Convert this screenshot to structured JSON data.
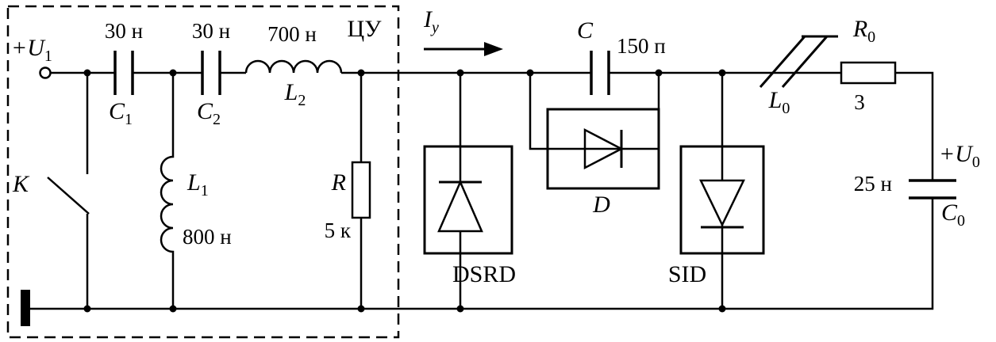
{
  "colors": {
    "ink": "#000000",
    "paper": "#ffffff"
  },
  "control_unit": {
    "label": "ЦУ"
  },
  "components": {
    "supply": {
      "name": "+U",
      "sub": "1"
    },
    "switch_k": {
      "name": "K"
    },
    "c1": {
      "name": "C",
      "sub": "1",
      "value": "30 н"
    },
    "c2": {
      "name": "C",
      "sub": "2",
      "value": "30 н"
    },
    "l1": {
      "name": "L",
      "sub": "1",
      "value": "800 н"
    },
    "l2": {
      "name": "L",
      "sub": "2",
      "value": "700 н"
    },
    "r": {
      "name": "R",
      "value": "5 к"
    },
    "current_arrow": {
      "name": "I",
      "sub": "у"
    },
    "dsrd": {
      "label": "DSRD"
    },
    "c": {
      "name": "C",
      "value": "150 п"
    },
    "d": {
      "name": "D"
    },
    "sid": {
      "label": "SID"
    },
    "l0": {
      "name": "L",
      "sub": "0"
    },
    "r0": {
      "name": "R",
      "sub": "0",
      "value": "3"
    },
    "c0": {
      "name": "C",
      "sub": "0",
      "value": "25 н"
    },
    "output": {
      "name": "+U",
      "sub": "0"
    }
  }
}
